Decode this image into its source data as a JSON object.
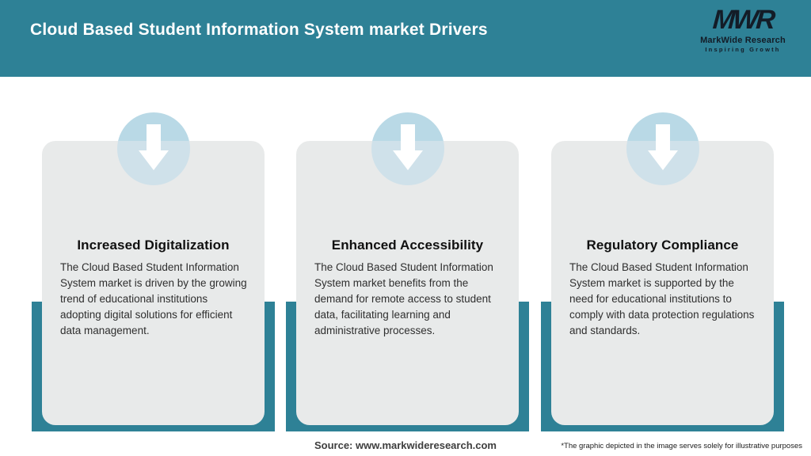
{
  "header": {
    "title": "Cloud Based Student Information System market Drivers",
    "logo": {
      "monogram": "MWR",
      "name": "MarkWide Research",
      "tagline": "Inspiring Growth"
    }
  },
  "cards": [
    {
      "icon": "down-arrow-icon",
      "title": "Increased Digitalization",
      "description": "The Cloud Based Student Information System market is driven by the growing trend of educational institutions adopting digital solutions for efficient data management."
    },
    {
      "icon": "down-arrow-icon",
      "title": "Enhanced Accessibility",
      "description": "The Cloud Based Student Information System market benefits from the demand for remote access to student data, facilitating learning and administrative processes."
    },
    {
      "icon": "down-arrow-icon",
      "title": "Regulatory Compliance",
      "description": "The Cloud Based Student Information System market is supported by the need for educational institutions to comply with data protection regulations and standards."
    }
  ],
  "footer": {
    "source": "Source: www.markwideresearch.com",
    "disclaimer": "*The graphic depicted in the image serves solely for illustrative purposes"
  },
  "colors": {
    "teal": "#2e8196",
    "circle_blue": "#b9d9e6",
    "circle_blue_light": "#cfe1ea",
    "card_gray": "#e8eaea"
  }
}
